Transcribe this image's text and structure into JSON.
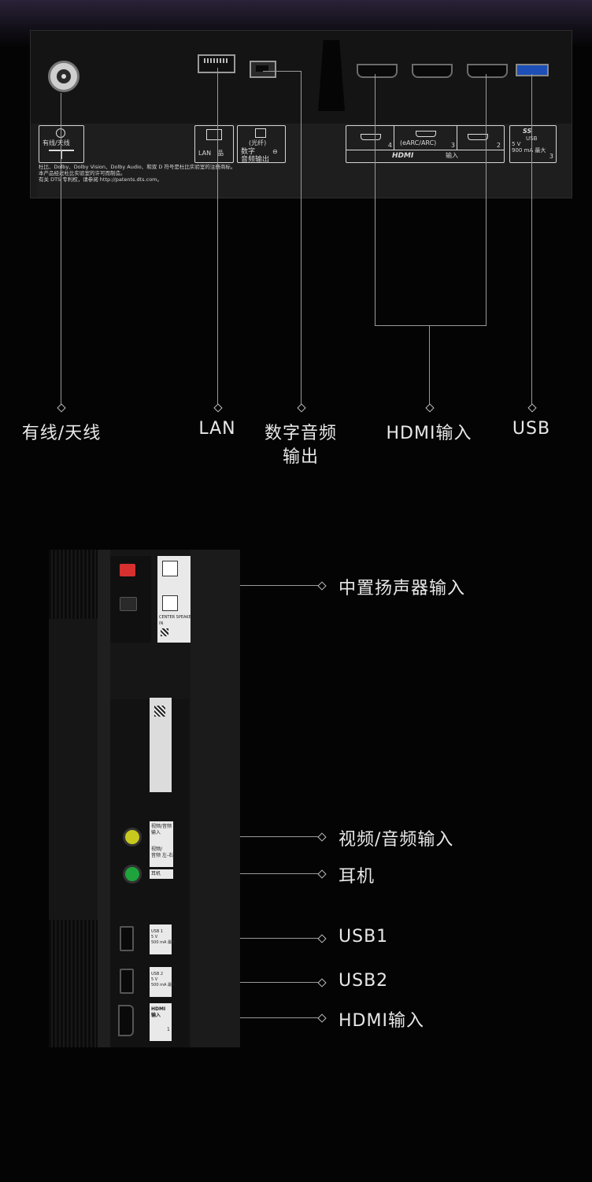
{
  "top_panel": {
    "antenna_label": "有线/天线",
    "lan_label": "LAN",
    "optical_label": "(光纤)",
    "optical_sub": "数字\n音频输出",
    "earc_label": "(eARC/ARC)",
    "hdmi_numbers": [
      "4",
      "3",
      "2"
    ],
    "hdmi_brand": "HDMI",
    "hdmi_input": "输入",
    "usb_logo": "SS",
    "usb_label": "USB",
    "usb_spec": "5 V\n900 mA 最大",
    "usb_number": "3",
    "legal_lines": [
      "杜比、Dolby、Dolby Vision、Dolby Audio、和双 D 符号是杜比实验室的注册商标。",
      "本产品经过杜比实验室的许可而制造。",
      "有关 DTS 专利权，请参阅 http://patents.dts.com。"
    ]
  },
  "top_callouts": {
    "antenna": "有线/天线",
    "lan": "LAN",
    "optical_line1": "数字音频",
    "optical_line2": "输出",
    "hdmi": "HDMI输入",
    "usb": "USB"
  },
  "side_panel": {
    "speaker_label": "CENTER SPEAKER",
    "speaker_sub": "IN",
    "av_label": "视频/音频\n输入",
    "av_sub": "视频/\n音频 左-右",
    "headphone_label": "耳机",
    "usb1_label": "USB 1\n5 V\n500 mA 最大",
    "usb2_label": "USB 2\n5 V\n500 mA 最大",
    "hdmi_label": "HDMI\n输入",
    "hdmi_number": "1"
  },
  "side_callouts": {
    "center_speaker": "中置扬声器输入",
    "av_input": "视频/音频输入",
    "headphone": "耳机",
    "usb1": "USB1",
    "usb2": "USB2",
    "hdmi": "HDMI输入"
  },
  "colors": {
    "background": "#040404",
    "usb3_port": "#1d4fb6",
    "av_jack": "#c8c81e",
    "headphone_jack": "#1fa33c",
    "speaker_terminal": "#d63030"
  }
}
